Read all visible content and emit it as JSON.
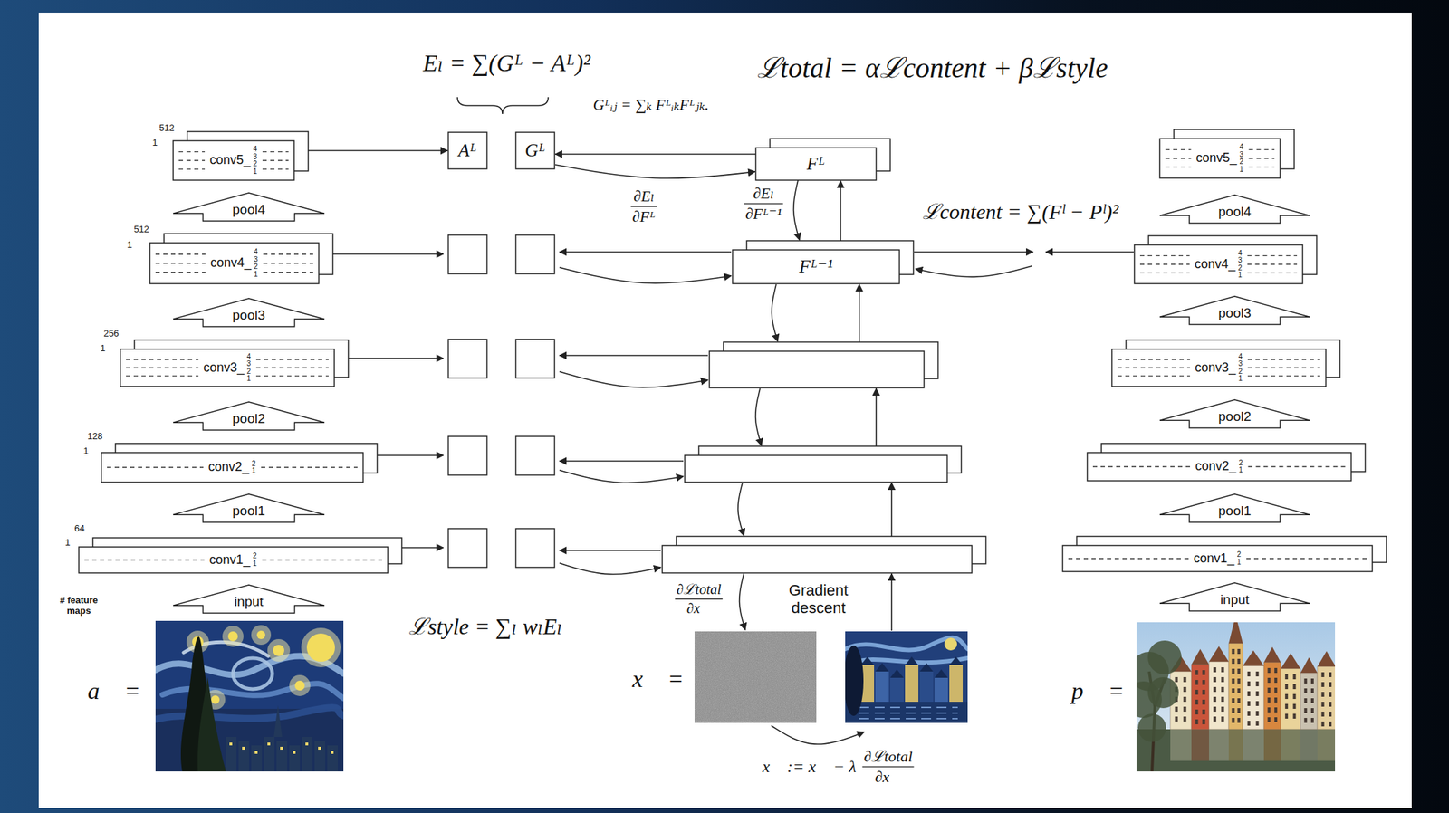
{
  "diagram": {
    "nodes": [
      {
        "text": [
          "conv5_",
          "4 3 2 1"
        ]
      },
      {
        "text": [
          "pool4"
        ]
      },
      {
        "text": [
          "conv4_",
          "4 3 2 1"
        ]
      },
      {
        "text": [
          "pool3"
        ]
      },
      {
        "text": [
          "conv3_",
          "4 3 2 1"
        ]
      },
      {
        "text": [
          "pool2"
        ]
      },
      {
        "text": [
          "conv2_",
          "2 1"
        ]
      },
      {
        "text": [
          "pool1"
        ]
      },
      {
        "text": [
          "conv1_",
          "2 1"
        ]
      },
      {
        "text": [
          "input"
        ]
      },
      {
        "text": [
          "Aᴸ"
        ]
      },
      {
        "text": [
          "Gᴸ"
        ]
      },
      {
        "text": [
          "Fᴸ"
        ]
      },
      {
        "text": [
          "Fᴸ⁻¹"
        ]
      },
      {
        "text": [
          "conv5_",
          "4 3 2 1"
        ]
      },
      {
        "text": [
          "pool4"
        ]
      },
      {
        "text": [
          "conv4_",
          "4 3 2 1"
        ]
      },
      {
        "text": [
          "pool3"
        ]
      },
      {
        "text": [
          "conv3_",
          "4 3 2 1"
        ]
      },
      {
        "text": [
          "pool2"
        ]
      },
      {
        "text": [
          "conv2_",
          "2 1"
        ]
      },
      {
        "text": [
          "pool1"
        ]
      },
      {
        "text": [
          "conv1_",
          "2 1"
        ]
      },
      {
        "text": [
          "input"
        ]
      }
    ],
    "edges": [
      {
        "from": 0,
        "to": 10,
        "arrow": "to"
      },
      {
        "from": 12,
        "to": 11,
        "arrow": "to"
      },
      {
        "from": 11,
        "to": 12,
        "arrow": "to"
      },
      {
        "from": 12,
        "to": 13,
        "arrow": "to"
      },
      {
        "from": 13,
        "to": 12,
        "arrow": "to"
      }
    ],
    "labels": [
      "Eₗ = ∑(Gᴸ − Aᴸ)²",
      "ℒtotal = αℒcontent + βℒstyle",
      "Gᴸᵢⱼ = ∑ₖ FᴸᵢₖFᴸⱼₖ.",
      "∂Eₗ",
      "∂Fᴸ",
      "∂Eₗ",
      "∂Fᴸ⁻¹",
      "ℒcontent = ∑(Fˡ − Pˡ)²",
      "512",
      "1",
      "512",
      "1",
      "256",
      "1",
      "128",
      "1",
      "64",
      "1",
      "# feature maps",
      "ℒstyle = ∑ₗ wₗEₗ",
      "∂ℒtotal",
      "∂x⃗",
      "Gradient descent",
      "a⃗ =",
      "x⃗ =",
      "p⃗ =",
      "x⃗ := x⃗ − λ",
      "∂ℒtotal",
      "∂x⃗"
    ]
  }
}
